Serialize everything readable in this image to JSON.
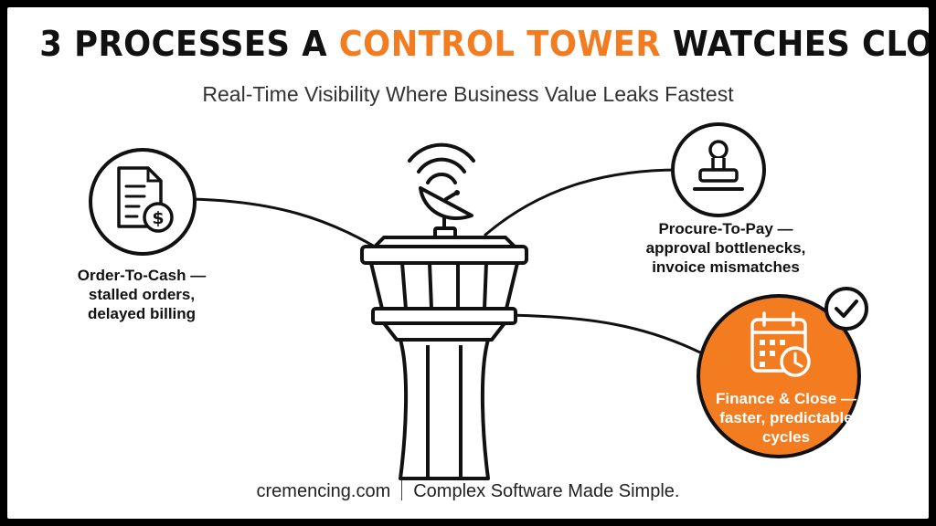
{
  "title": {
    "prefix": "3 PROCESSES A ",
    "highlight": "CONTROL TOWER",
    "suffix": " WATCHES CLOSEST"
  },
  "subtitle": "Real-Time Visibility Where Business Value Leaks Fastest",
  "processes": {
    "order_to_cash": {
      "icon": "invoice-dollar-icon",
      "lines": [
        "Order-To-Cash —",
        "stalled orders,",
        "delayed billing"
      ]
    },
    "procure_to_pay": {
      "icon": "stamp-icon",
      "lines": [
        "Procure-To-Pay —",
        "approval bottlenecks,",
        "invoice mismatches"
      ]
    },
    "finance_close": {
      "icon": "calendar-clock-icon",
      "badge_icon": "checkmark-icon",
      "lines": [
        "Finance & Close —",
        "faster, predictable",
        "cycles"
      ]
    }
  },
  "center_icon": "control-tower-icon",
  "footer": {
    "site": "cremencing.com",
    "tagline": "Complex Software Made Simple."
  },
  "colors": {
    "accent": "#f47c20",
    "ink": "#111111",
    "background": "#ffffff"
  }
}
